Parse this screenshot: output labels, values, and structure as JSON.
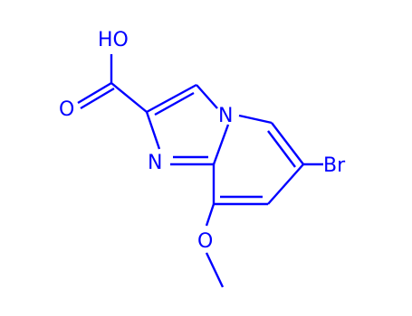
{
  "style": {
    "color": "#0000ff",
    "background": "#ffffff"
  },
  "atoms": {
    "hydroxyl": "HO",
    "carbonyl_oxygen": "O",
    "bridgehead_nitrogen": "N",
    "imine_nitrogen": "N",
    "bromine": "Br",
    "methoxy_oxygen": "O"
  }
}
